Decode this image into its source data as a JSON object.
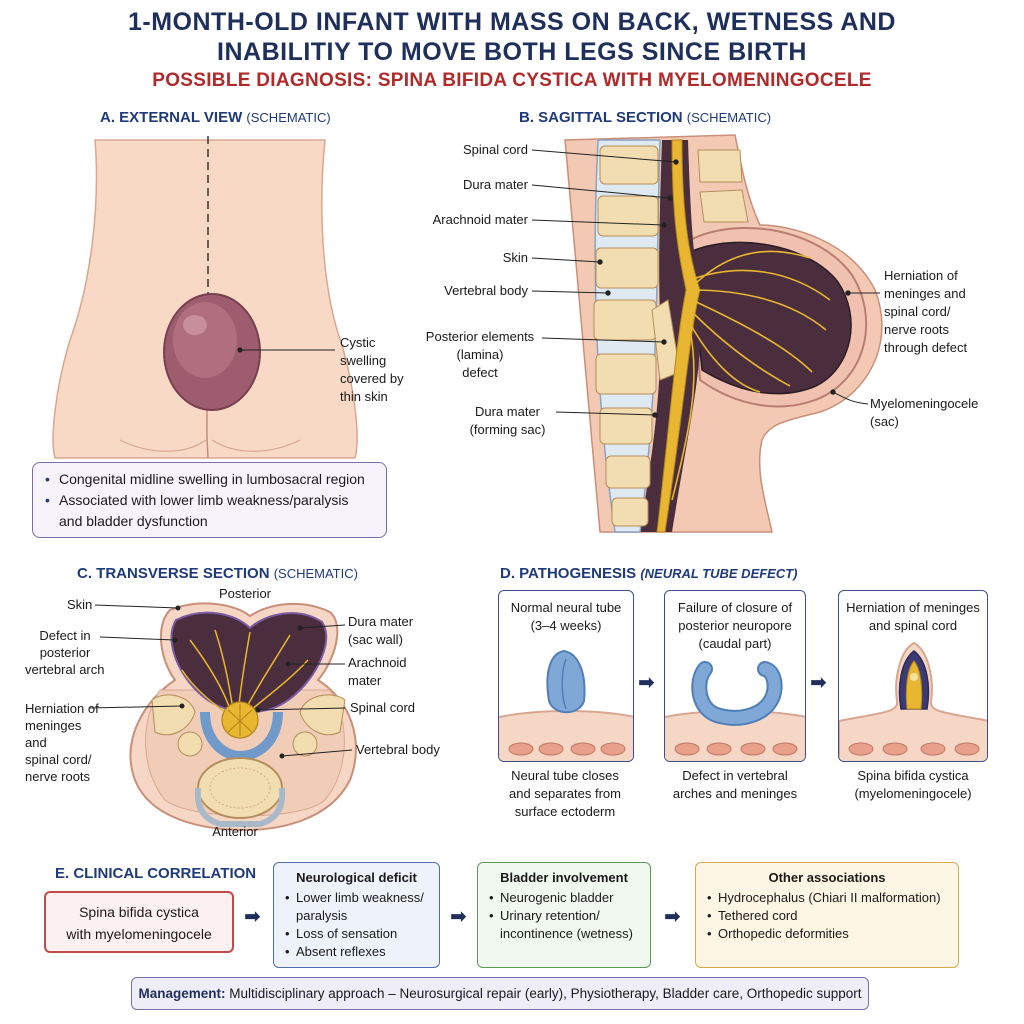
{
  "title_line1": "1-MONTH-OLD INFANT WITH MASS ON BACK, WETNESS AND",
  "title_line2": "INABILITIY TO MOVE BOTH LEGS SINCE BIRTH",
  "subtitle": "POSSIBLE DIAGNOSIS: SPINA BIFIDA CYSTICA WITH MYELOMENINGOCELE",
  "section_a": {
    "title": "A. EXTERNAL VIEW",
    "title_suffix": "(SCHEMATIC)",
    "label": [
      "Cystic",
      "swelling",
      "covered by",
      "thin skin"
    ],
    "bullets": [
      "Congenital midline swelling in lumbosacral region",
      "Associated with lower limb weakness/paralysis",
      "and bladder dysfunction"
    ]
  },
  "section_b": {
    "title": "B. SAGITTAL SECTION",
    "title_suffix": "(SCHEMATIC)",
    "labels_left": {
      "spinal_cord": "Spinal cord",
      "dura": "Dura mater",
      "arachnoid": "Arachnoid mater",
      "skin": "Skin",
      "vertebral_body": "Vertebral body",
      "posterior_1": "Posterior elements",
      "posterior_2": "(lamina)",
      "posterior_3": "defect",
      "dura_sac_1": "Dura mater",
      "dura_sac_2": "(forming sac)"
    },
    "labels_right": {
      "herniation": [
        "Herniation of",
        "meninges and",
        "spinal cord/",
        "nerve roots",
        "through defect"
      ],
      "myelo": [
        "Myelomeningocele",
        "(sac)"
      ]
    }
  },
  "section_c": {
    "title": "C. TRANSVERSE SECTION",
    "title_suffix": "(SCHEMATIC)",
    "posterior": "Posterior",
    "anterior": "Anterior",
    "skin": "Skin",
    "defect": [
      "Defect in",
      "posterior",
      "vertebral arch"
    ],
    "herniation": [
      "Herniation of",
      "meninges and",
      "spinal cord/",
      "nerve roots"
    ],
    "dura": [
      "Dura mater",
      "(sac wall)"
    ],
    "arachnoid": [
      "Arachnoid",
      "mater"
    ],
    "spinal_cord": "Spinal cord",
    "vertebral_body": "Vertebral body"
  },
  "section_d": {
    "title": "D. PATHOGENESIS",
    "title_suffix": "(NEURAL TUBE DEFECT)",
    "steps": [
      {
        "top": [
          "Normal neural tube",
          "(3–4 weeks)"
        ],
        "bottom": [
          "Neural tube closes",
          "and separates from",
          "surface ectoderm"
        ]
      },
      {
        "top": [
          "Failure of closure of",
          "posterior neuropore",
          "(caudal part)"
        ],
        "bottom": [
          "Defect in vertebral",
          "arches and meninges"
        ]
      },
      {
        "top": [
          "Herniation of meninges",
          "and spinal cord"
        ],
        "bottom": [
          "Spina bifida cystica",
          "(myelomeningocele)"
        ]
      }
    ]
  },
  "section_e": {
    "title": "E. CLINICAL CORRELATION",
    "diagnosis": [
      "Spina bifida cystica",
      "with myelomeningocele"
    ],
    "neuro": {
      "heading": "Neurological deficit",
      "items": [
        "Lower limb weakness/",
        "paralysis",
        "Loss of sensation",
        "Absent reflexes"
      ]
    },
    "bladder": {
      "heading": "Bladder involvement",
      "items": [
        "Neurogenic bladder",
        "Urinary retention/",
        "incontinence (wetness)"
      ]
    },
    "other": {
      "heading": "Other associations",
      "items": [
        "Hydrocephalus (Chiari II malformation)",
        "Tethered cord",
        "Orthopedic deformities"
      ]
    },
    "arrow": "➡"
  },
  "management": {
    "label": "Management:",
    "text": " Multidisciplinary approach – Neurosurgical repair (early), Physiotherapy, Bladder care, Orthopedic support"
  },
  "colors": {
    "title": "#1f2f5c",
    "subtitle": "#b02a2a",
    "skin": "#f6d3c0",
    "sac": "#9e5d6e",
    "dura": "#3b2a3a",
    "nerve": "#e8b630",
    "bone": "#f2ddb0"
  }
}
